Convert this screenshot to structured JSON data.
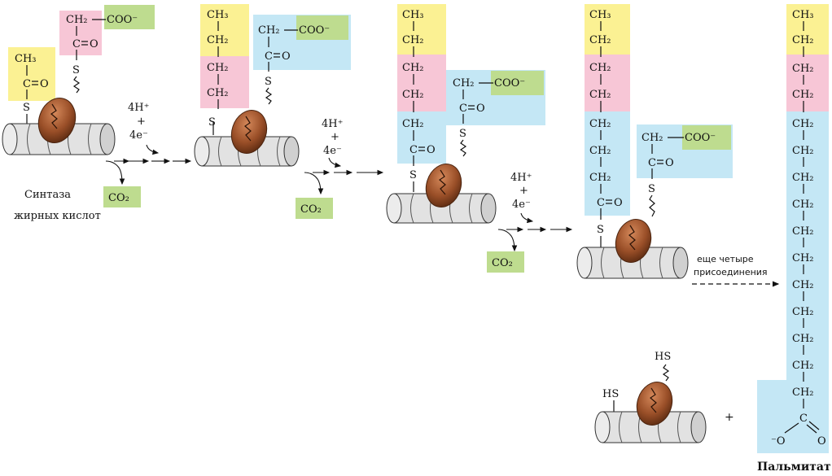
{
  "chem": {
    "ch3": "CH₃",
    "ch2": "CH₂",
    "c": "C",
    "o": "O",
    "s": "S",
    "hs": "HS",
    "coo": "COO⁻",
    "o_minus": "⁻O",
    "co2": "CO₂",
    "reducing_h": "4H⁺",
    "plus": "+",
    "reducing_e": "4e⁻"
  },
  "labels": {
    "synthase": "Синтаза",
    "fatty_acids": "жирных кислот",
    "more_line1": "еще четыре",
    "more_line2": "присоединения",
    "product": "Пальмитат",
    "plus_sign": "+"
  },
  "colors": {
    "yellow": "#fbf193",
    "pink": "#f7c6d6",
    "blue": "#c4e7f5",
    "green": "#bedc8f",
    "protein": "#9a4f28"
  }
}
